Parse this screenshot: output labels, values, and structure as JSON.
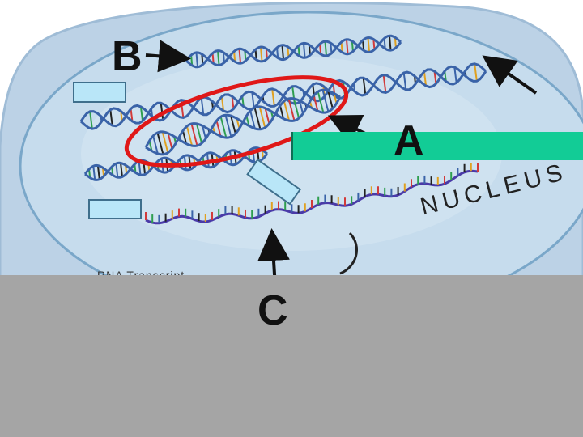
{
  "labels": {
    "b": "B",
    "a": "A",
    "c": "C",
    "nucleus": "NUCLEUS"
  },
  "caption_fragment": "RNA Transcript",
  "colors": {
    "cell_outer": "#bcd2e6",
    "nucleus_fill": "#c6dced",
    "nucleus_edge": "#7aa7c9",
    "green_bar": "#12cc96",
    "blank_box": "#b9e6f8",
    "red_oval": "#e01818",
    "gray_panel": "#a5a5a5",
    "backbone": "#3a63a8"
  },
  "icons": [
    "arrow-icon"
  ]
}
